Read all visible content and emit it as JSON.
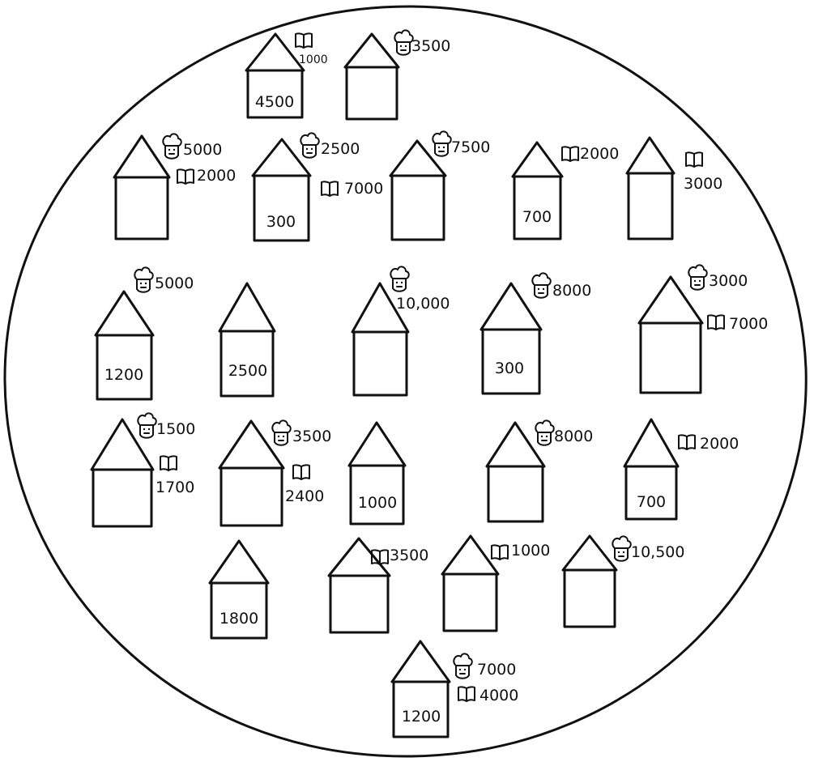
{
  "houses": [
    {
      "id": "h01",
      "label": "4500",
      "chef": null,
      "book": "1000"
    },
    {
      "id": "h02",
      "label": "",
      "chef": "3500",
      "book": null
    },
    {
      "id": "h03",
      "label": "",
      "chef": "5000",
      "book": "2000"
    },
    {
      "id": "h04",
      "label": "300",
      "chef": "2500",
      "book": "7000"
    },
    {
      "id": "h05",
      "label": "",
      "chef": "7500",
      "book": null
    },
    {
      "id": "h06",
      "label": "700",
      "chef": null,
      "book": "2000"
    },
    {
      "id": "h07",
      "label": "",
      "chef": null,
      "book": "3000"
    },
    {
      "id": "h08",
      "label": "1200",
      "chef": "5000",
      "book": null
    },
    {
      "id": "h09",
      "label": "2500",
      "chef": null,
      "book": null
    },
    {
      "id": "h10",
      "label": "",
      "chef": "10,000",
      "book": null
    },
    {
      "id": "h11",
      "label": "300",
      "chef": "8000",
      "book": null
    },
    {
      "id": "h12",
      "label": "",
      "chef": "3000",
      "book": "7000"
    },
    {
      "id": "h13",
      "label": "",
      "chef": "1500",
      "book": "1700"
    },
    {
      "id": "h14",
      "label": "",
      "chef": "3500",
      "book": "2400"
    },
    {
      "id": "h15",
      "label": "1000",
      "chef": null,
      "book": null
    },
    {
      "id": "h16",
      "label": "",
      "chef": "8000",
      "book": null
    },
    {
      "id": "h17",
      "label": "700",
      "chef": null,
      "book": "2000"
    },
    {
      "id": "h18",
      "label": "1800",
      "chef": null,
      "book": null
    },
    {
      "id": "h19",
      "label": "",
      "chef": null,
      "book": "3500"
    },
    {
      "id": "h20",
      "label": "",
      "chef": null,
      "book": "1000"
    },
    {
      "id": "h21",
      "label": "",
      "chef": "10,500",
      "book": null
    },
    {
      "id": "h22",
      "label": "1200",
      "chef": "7000",
      "book": "4000"
    }
  ],
  "icons": {
    "chef": "chef-face-icon",
    "book": "open-book-icon"
  }
}
